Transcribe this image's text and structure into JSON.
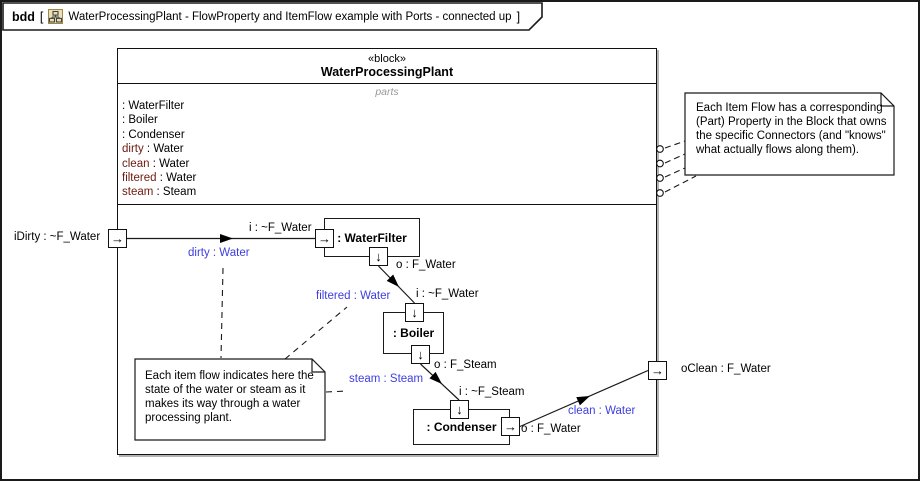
{
  "tab": {
    "keyword": "bdd",
    "open": "[",
    "title": "WaterProcessingPlant - FlowProperty and ItemFlow example with Ports - connected up",
    "close": "]"
  },
  "block": {
    "stereotype": "«block»",
    "name": "WaterProcessingPlant",
    "parts_label": "parts",
    "parts": [
      {
        "prop": "",
        "rest": ": WaterFilter"
      },
      {
        "prop": "",
        "rest": ": Boiler"
      },
      {
        "prop": "",
        "rest": ": Condenser"
      },
      {
        "prop": "dirty",
        "rest": " : Water"
      },
      {
        "prop": "clean",
        "rest": " : Water"
      },
      {
        "prop": "filtered",
        "rest": " : Water"
      },
      {
        "prop": "steam",
        "rest": " : Steam"
      }
    ]
  },
  "inner_blocks": {
    "water_filter": ": WaterFilter",
    "boiler": ": Boiler",
    "condenser": ": Condenser"
  },
  "port_labels": {
    "idirty": "iDirty : ~F_Water",
    "oclean": "oClean : F_Water",
    "wf_in": "i : ~F_Water",
    "wf_out": "o : F_Water",
    "boiler_in": "i : ~F_Water",
    "boiler_out": "o : F_Steam",
    "cond_in": "i : ~F_Steam",
    "cond_out": "o : F_Water"
  },
  "item_flows": {
    "dirty": "dirty : Water",
    "filtered": "filtered : Water",
    "steam": "steam : Steam",
    "clean": "clean : Water"
  },
  "notes": {
    "right": "Each Item Flow has a corresponding (Part) Property in the Block that owns the specific Connectors (and \"knows\" what actually flows along them).",
    "bottom": "Each item flow indicates here the state of the water or steam as it makes its way through a water processing plant."
  },
  "glyphs": {
    "arrow_right": "→",
    "arrow_down": "↓"
  },
  "colors": {
    "flow_label": "#3E3EE0",
    "property_name": "#6E1A0E",
    "line": "#1a1a1a",
    "diagram_icon_bg": "#EADFB5",
    "muted_caption": "#9A9A9A"
  }
}
